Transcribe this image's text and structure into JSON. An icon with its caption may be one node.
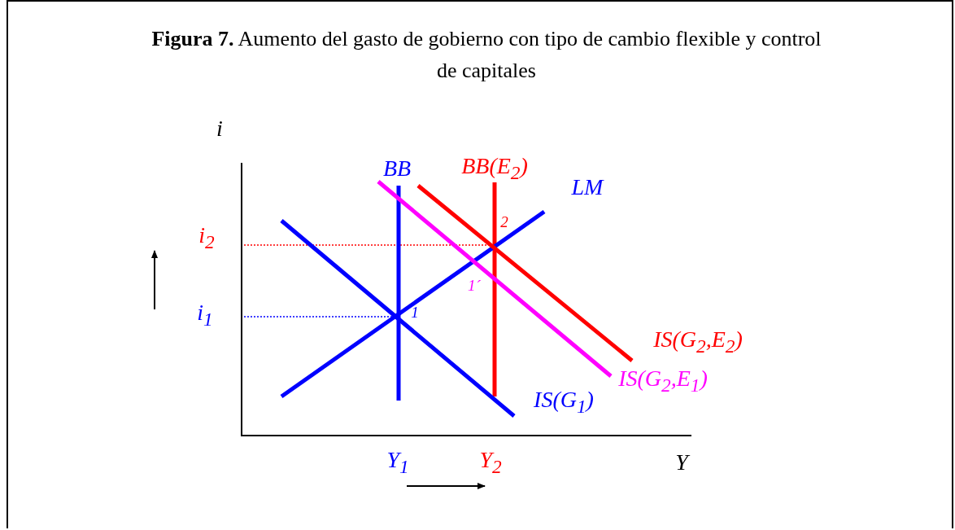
{
  "diagram": {
    "title": "**Figura 7.** Aumento del gasto de gobierno con tipo de cambio flexible y control de capitales",
    "labels": [
      "i",
      "BB",
      "BB(E$_{2}$)",
      "LM",
      "i$_{2}$",
      "2",
      "1´",
      "i$_{1}$",
      "1",
      "IS(G$_{2}$,E$_{2}$)",
      "IS(G$_{2}$,E$_{1}$)",
      "IS(G$_{1}$)",
      "Y$_{1}$",
      "Y$_{2}$",
      "Y"
    ]
  }
}
